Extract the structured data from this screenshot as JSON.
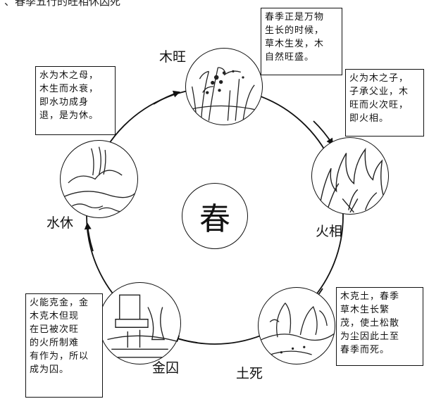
{
  "header": "、春季五行的旺相休囚死",
  "center": "春",
  "nodes": [
    {
      "id": "wood",
      "label": "木旺",
      "note": "春季正是万物\n生长的时候，\n草木生发，木\n自然旺盛。"
    },
    {
      "id": "fire",
      "label": "火相",
      "note": "火为木之子，\n子承父业，木\n旺而火次旺，\n即火相。"
    },
    {
      "id": "earth",
      "label": "土死",
      "note": "木克土，春季\n草木生长繁\n茂，使土松散\n为尘因此土至\n春季而死。"
    },
    {
      "id": "metal",
      "label": "金囚",
      "note": "火能克金，金\n木克木但现\n在已被次旺\n的火所制难\n有作为，所以\n成为囚。"
    },
    {
      "id": "water",
      "label": "水休",
      "note": "水为木之母，\n木生而水衰，\n即水功成身\n退，是为休。"
    }
  ]
}
